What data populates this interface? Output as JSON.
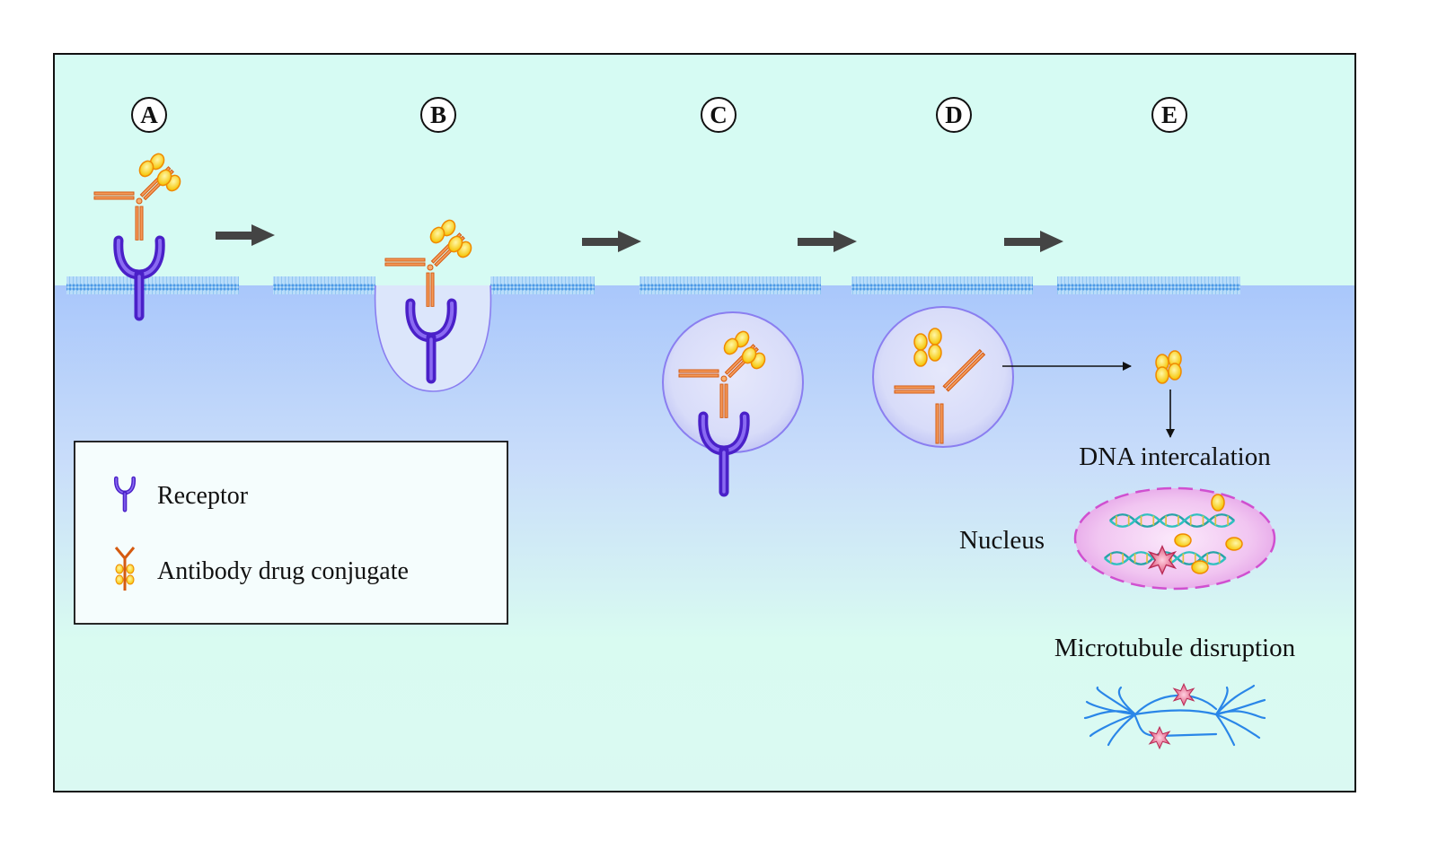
{
  "steps": [
    {
      "letter": "A"
    },
    {
      "letter": "B"
    },
    {
      "letter": "C"
    },
    {
      "letter": "D"
    },
    {
      "letter": "E"
    }
  ],
  "legend": {
    "receptor_label": "Receptor",
    "adc_label": "Antibody drug conjugate"
  },
  "labels": {
    "dna_intercalation": "DNA intercalation",
    "nucleus": "Nucleus",
    "microtubule_disruption": "Microtubule disruption"
  },
  "colors": {
    "extracellular": "#d6fbf3",
    "cytoplasm_top": "#a8c6fb",
    "cytoplasm_bottom": "#d8fbf2",
    "receptor": "#5a2ad8",
    "antibody": "#f07820",
    "drug": "#f5c800",
    "membrane": "#6aaee8",
    "nucleus": "#f0bdf0",
    "microtubule": "#2a86e8",
    "toxin_star": "#e0507a"
  }
}
